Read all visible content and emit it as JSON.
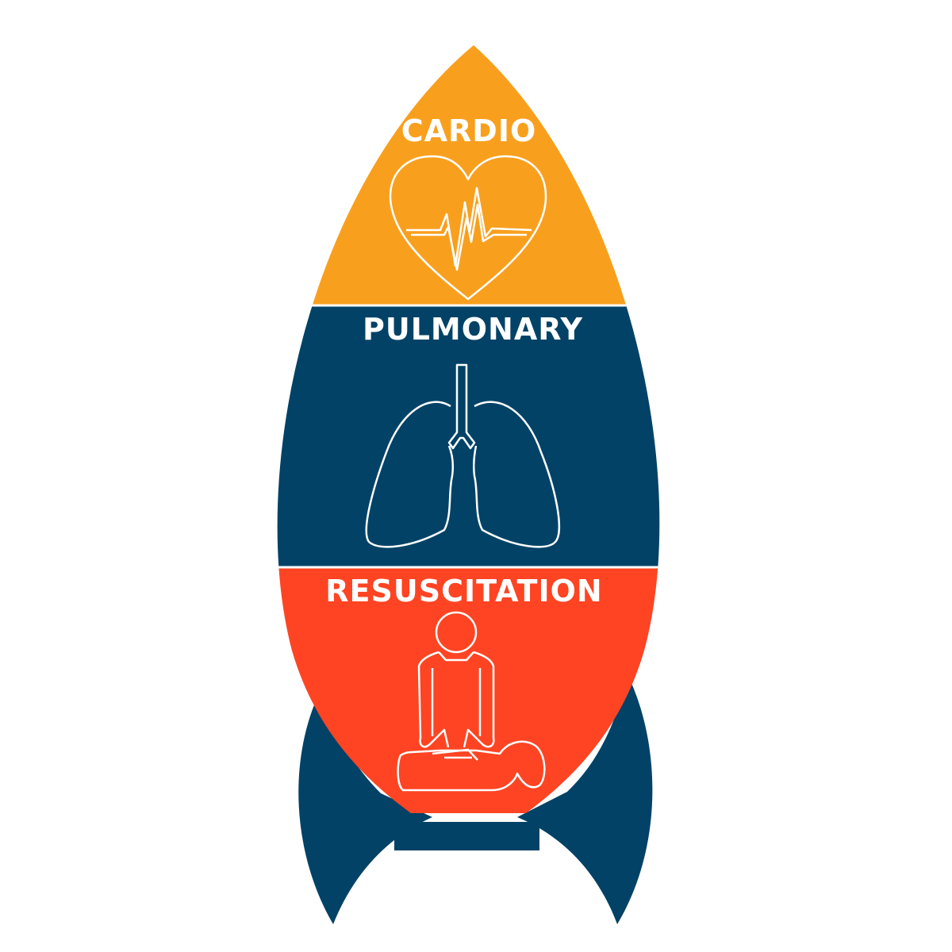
{
  "sections": [
    {
      "label": "CARDIO",
      "icon": "heart-pulse-icon",
      "color": "#F8A01E"
    },
    {
      "label": "PULMONARY",
      "icon": "lungs-icon",
      "color": "#024266"
    },
    {
      "label": "RESUSCITATION",
      "icon": "cpr-person-icon",
      "color": "#FE4423"
    }
  ],
  "colors": {
    "fins": "#024266",
    "nozzle": "#024266",
    "background": "#FFFFFF",
    "outline": "#FFFFFF"
  }
}
